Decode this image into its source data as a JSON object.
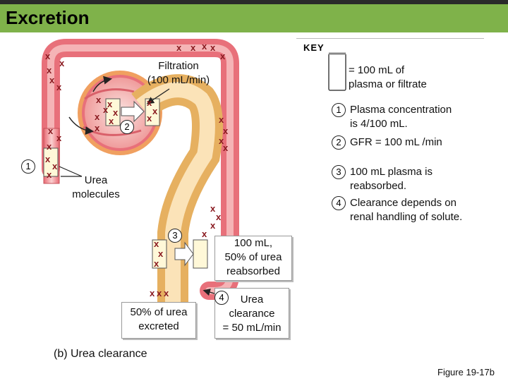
{
  "header": {
    "title": "Excretion"
  },
  "diagram": {
    "filtration_label": "Filtration\n(100 mL/min)",
    "urea_label": "Urea\nmolecules",
    "reabsorbed_box": "100 mL,\n50% of urea\nreabsorbed",
    "excreted_box": "50% of urea\nexcreted",
    "clearance_box": "Urea\nclearance\n= 50 mL/min",
    "step_1": "1",
    "step_2": "2",
    "step_3": "3",
    "step_4": "4",
    "caption": "(b) Urea clearance",
    "figure_ref": "Figure 19-17b"
  },
  "key": {
    "title": "KEY",
    "volume_unit": "= 100 mL of\nplasma or filtrate",
    "items": [
      {
        "num": "1",
        "text": "Plasma concentration\nis 4/100 mL."
      },
      {
        "num": "2",
        "text": "GFR = 100 mL /min"
      },
      {
        "num": "3",
        "text": "100 mL plasma is\nreabsorbed."
      },
      {
        "num": "4",
        "text": "Clearance depends on\nrenal handling of solute."
      }
    ]
  },
  "colors": {
    "header": "#7fb24a",
    "vessel": "#e8707a",
    "vessel_light": "#f7c6c6",
    "tubule": "#e9b86a",
    "tubule_light": "#f8ddb0",
    "marker": "#8a1a20"
  }
}
